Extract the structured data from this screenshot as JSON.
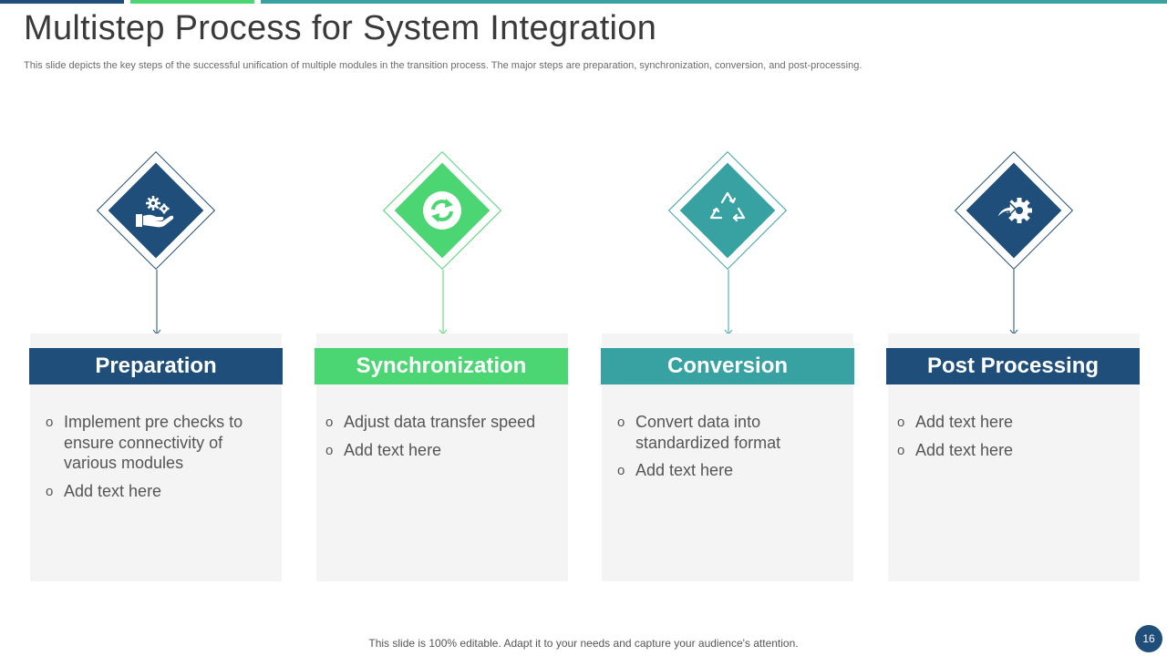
{
  "header": {
    "title": "Multistep Process for System Integration",
    "subtitle": "This slide depicts the key steps of the successful unification of multiple modules in the transition process. The major steps are preparation, synchronization, conversion, and post-processing."
  },
  "colors": {
    "navy": "#1e4e79",
    "green": "#4cd673",
    "teal": "#38a2a2",
    "card_bg": "#f4f4f5",
    "text": "#555555"
  },
  "steps": [
    {
      "title": "Preparation",
      "icon": "hand-gears-icon",
      "color": "#1e4e79",
      "items": [
        "Implement pre checks to ensure connectivity of various modules",
        "Add text here"
      ]
    },
    {
      "title": "Synchronization",
      "icon": "sync-icon",
      "color": "#4cd673",
      "items": [
        "Adjust data transfer speed",
        "Add text here"
      ]
    },
    {
      "title": "Conversion",
      "icon": "recycle-icon",
      "color": "#38a2a2",
      "items": [
        "Convert data into standardized format",
        "Add text here"
      ]
    },
    {
      "title": "Post Processing",
      "icon": "gear-arrow-icon",
      "color": "#1e4e79",
      "items": [
        "Add text here",
        "Add text here"
      ]
    }
  ],
  "footer": {
    "note": "This slide is 100% editable. Adapt it to your needs and capture your audience's attention.",
    "page_number": "16"
  }
}
